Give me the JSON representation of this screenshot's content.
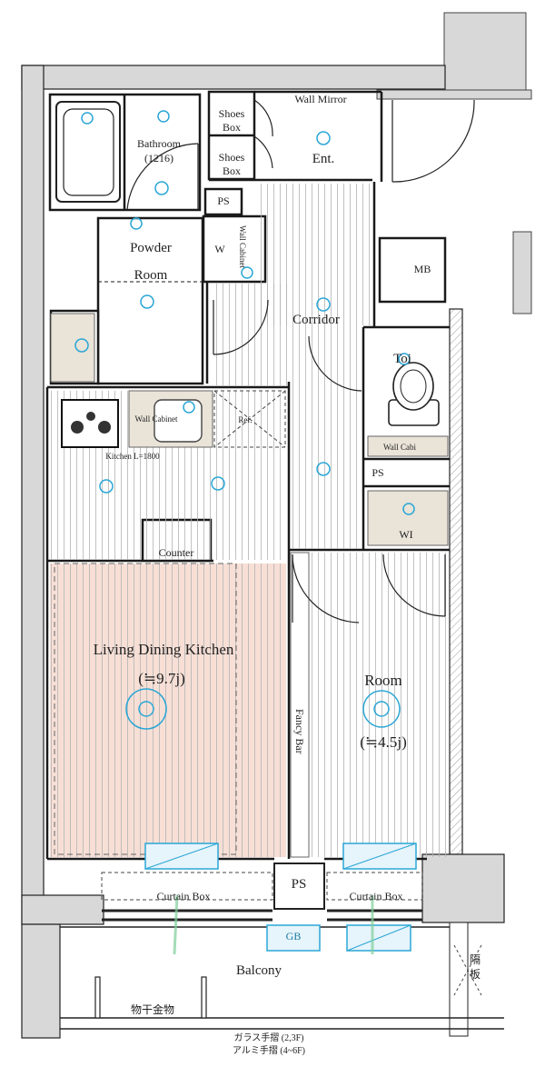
{
  "rooms": {
    "bathroom": "Bathroom",
    "bathroom_size": "(1216)",
    "shoes_box_1": "Shoes\nBox",
    "shoes_box_2": "Shoes\nBox",
    "wall_mirror": "Wall Mirror",
    "entrance": "Ent.",
    "ps_top": "PS",
    "powder_room_1": "Powder",
    "powder_room_2": "Room",
    "washer": "W",
    "wall_cabinet_powder": "Wall Cabinet",
    "mb": "MB",
    "corridor": "Corridor",
    "toilet": "Toi",
    "wall_cabinet_toilet": "Wall Cabi",
    "ps_mid": "PS",
    "wic": "WI",
    "wall_cabinet_kitchen": "Wall Cabinet",
    "ref": "Ref.",
    "kitchen_length": "Kitchen L=1800",
    "counter": "Counter",
    "ldk": "Living Dining Kitchen",
    "ldk_size": "(≒9.7j)",
    "room": "Room",
    "room_size": "(≒4.5j)",
    "fancy_bar": "Fancy Bar",
    "ps_bottom": "PS",
    "curtain_box_1": "Curtain Box",
    "curtain_box_2": "Curtain Box",
    "gb": "GB",
    "balcony": "Balcony",
    "partition": "隔\n板",
    "drying_rack": "物干金物",
    "railing_1": "ガラス手摺 (2,3F)",
    "railing_2": "アルミ手摺 (4~6F)"
  },
  "colors": {
    "wall": "#1a1a1a",
    "outer": "#d8d8d8",
    "ldk_fill": "#f6d9cf",
    "flooring": "#9a9a9a",
    "fixture": "#2aa6d6",
    "wet_fill": "#e9e3d8"
  }
}
